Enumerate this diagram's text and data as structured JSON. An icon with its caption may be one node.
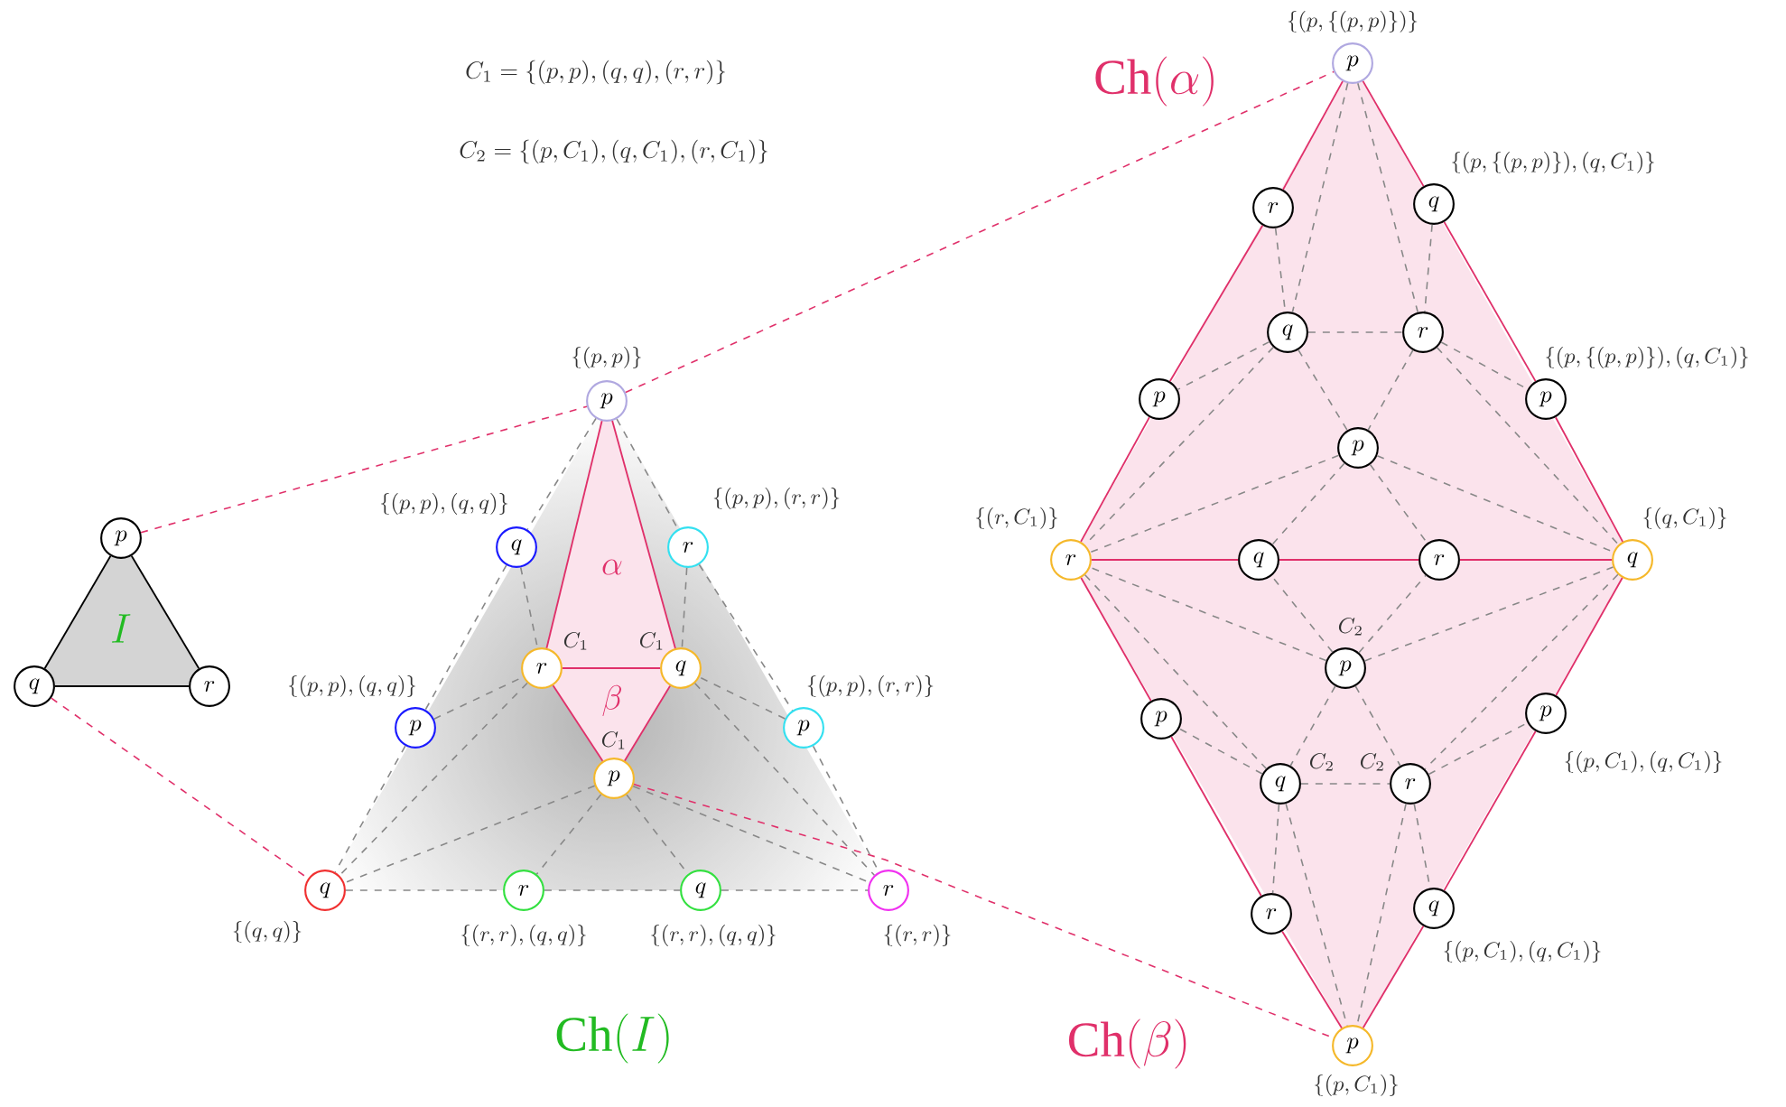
{
  "diagram": {
    "nodes": [
      {
        "text": [
          "p"
        ]
      },
      {
        "text": [
          "q"
        ]
      },
      {
        "text": [
          "r"
        ]
      },
      {
        "text": [
          "p"
        ],
        "beside": [
          "\\{(p,p)\\}"
        ]
      },
      {
        "text": [
          "q"
        ],
        "beside": [
          "\\{(p,p),(q,q)\\}"
        ]
      },
      {
        "text": [
          "r"
        ],
        "beside": [
          "\\{(p,p),(r,r)\\}"
        ]
      },
      {
        "text": [
          "r"
        ],
        "beside": [
          "C_1"
        ]
      },
      {
        "text": [
          "q"
        ],
        "beside": [
          "C_1"
        ]
      },
      {
        "text": [
          "p"
        ],
        "beside": [
          "\\{(p,p),(q,q)\\}"
        ]
      },
      {
        "text": [
          "p"
        ],
        "beside": [
          "\\{(p,p),(r,r)\\}"
        ]
      },
      {
        "text": [
          "p"
        ],
        "beside": [
          "C_1"
        ]
      },
      {
        "text": [
          "q"
        ],
        "beside": [
          "\\{(q,q)\\}"
        ]
      },
      {
        "text": [
          "r"
        ],
        "beside": [
          "\\{(r,r),(q,q)\\}"
        ]
      },
      {
        "text": [
          "q"
        ],
        "beside": [
          "\\{(r,r),(q,q)\\}"
        ]
      },
      {
        "text": [
          "r"
        ],
        "beside": [
          "\\{(r,r)\\}"
        ]
      },
      {
        "text": [
          "p"
        ],
        "beside": [
          "\\{(p,\\{(p,p)\\})\\}"
        ]
      },
      {
        "text": [
          "r"
        ]
      },
      {
        "text": [
          "q"
        ],
        "beside": [
          "\\{(p,\\{(p,p)\\}),(q,C_1)\\}"
        ]
      },
      {
        "text": [
          "q"
        ]
      },
      {
        "text": [
          "r"
        ]
      },
      {
        "text": [
          "p"
        ]
      },
      {
        "text": [
          "p"
        ],
        "beside": [
          "\\{(p,\\{(p,p)\\}),(q,C_1)\\}"
        ]
      },
      {
        "text": [
          "p"
        ]
      },
      {
        "text": [
          "r"
        ],
        "beside": [
          "\\{(r,C_1)\\}"
        ]
      },
      {
        "text": [
          "q"
        ]
      },
      {
        "text": [
          "r"
        ]
      },
      {
        "text": [
          "q"
        ],
        "beside": [
          "\\{(q,C_1)\\}"
        ]
      },
      {
        "text": [
          "p"
        ],
        "beside": [
          "C_2"
        ]
      },
      {
        "text": [
          "p"
        ]
      },
      {
        "text": [
          "p"
        ],
        "beside": [
          "\\{(p,C_1),(q,C_1)\\}"
        ]
      },
      {
        "text": [
          "q"
        ],
        "beside": [
          "C_2"
        ]
      },
      {
        "text": [
          "r"
        ],
        "beside": [
          "C_2"
        ]
      },
      {
        "text": [
          "r"
        ]
      },
      {
        "text": [
          "q"
        ],
        "beside": [
          "\\{(p,C_1),(q,C_1)\\}"
        ]
      },
      {
        "text": [
          "p"
        ],
        "beside": [
          "\\{(p,C_1)\\}"
        ]
      }
    ],
    "edges": [
      {
        "from": 0,
        "to": 1,
        "arrow": "none",
        "color": "#000000"
      },
      {
        "from": 1,
        "to": 2,
        "arrow": "none",
        "color": "#000000"
      },
      {
        "from": 2,
        "to": 0,
        "arrow": "none",
        "color": "#000000"
      },
      {
        "from": 0,
        "to": 3,
        "arrow": "none",
        "style": "dashed",
        "color": "#e0306a"
      },
      {
        "from": 1,
        "to": 11,
        "arrow": "none",
        "style": "dashed",
        "color": "#e0306a"
      },
      {
        "from": 3,
        "to": 15,
        "arrow": "none",
        "style": "dashed",
        "color": "#e0306a"
      },
      {
        "from": 10,
        "to": 34,
        "arrow": "none",
        "style": "dashed",
        "color": "#e0306a"
      },
      {
        "from": 3,
        "to": 6,
        "arrow": "none",
        "color": "#e0306a"
      },
      {
        "from": 3,
        "to": 7,
        "arrow": "none",
        "color": "#e0306a"
      },
      {
        "from": 6,
        "to": 7,
        "arrow": "none",
        "color": "#e0306a"
      },
      {
        "from": 6,
        "to": 10,
        "arrow": "none",
        "color": "#e0306a"
      },
      {
        "from": 7,
        "to": 10,
        "arrow": "none",
        "color": "#e0306a"
      },
      {
        "from": 3,
        "to": 4,
        "arrow": "none",
        "style": "dashed"
      },
      {
        "from": 4,
        "to": 8,
        "arrow": "none",
        "style": "dashed"
      },
      {
        "from": 8,
        "to": 11,
        "arrow": "none",
        "style": "dashed"
      },
      {
        "from": 3,
        "to": 5,
        "arrow": "none",
        "style": "dashed"
      },
      {
        "from": 5,
        "to": 9,
        "arrow": "none",
        "style": "dashed"
      },
      {
        "from": 9,
        "to": 14,
        "arrow": "none",
        "style": "dashed"
      },
      {
        "from": 4,
        "to": 6,
        "arrow": "none",
        "style": "dashed"
      },
      {
        "from": 5,
        "to": 7,
        "arrow": "none",
        "style": "dashed"
      },
      {
        "from": 8,
        "to": 6,
        "arrow": "none",
        "style": "dashed"
      },
      {
        "from": 9,
        "to": 7,
        "arrow": "none",
        "style": "dashed"
      },
      {
        "from": 6,
        "to": 11,
        "arrow": "none",
        "style": "dashed"
      },
      {
        "from": 7,
        "to": 14,
        "arrow": "none",
        "style": "dashed"
      },
      {
        "from": 10,
        "to": 11,
        "arrow": "none",
        "style": "dashed"
      },
      {
        "from": 10,
        "to": 14,
        "arrow": "none",
        "style": "dashed"
      },
      {
        "from": 10,
        "to": 12,
        "arrow": "none",
        "style": "dashed"
      },
      {
        "from": 10,
        "to": 13,
        "arrow": "none",
        "style": "dashed"
      },
      {
        "from": 11,
        "to": 12,
        "arrow": "none",
        "style": "dashed"
      },
      {
        "from": 12,
        "to": 13,
        "arrow": "none",
        "style": "dashed"
      },
      {
        "from": 13,
        "to": 14,
        "arrow": "none",
        "style": "dashed"
      },
      {
        "from": 15,
        "to": 16,
        "arrow": "none",
        "color": "#e0306a"
      },
      {
        "from": 16,
        "to": 20,
        "arrow": "none",
        "color": "#e0306a"
      },
      {
        "from": 20,
        "to": 23,
        "arrow": "none",
        "color": "#e0306a"
      },
      {
        "from": 15,
        "to": 17,
        "arrow": "none",
        "color": "#e0306a"
      },
      {
        "from": 17,
        "to": 21,
        "arrow": "none",
        "color": "#e0306a"
      },
      {
        "from": 21,
        "to": 26,
        "arrow": "none",
        "color": "#e0306a"
      },
      {
        "from": 23,
        "to": 24,
        "arrow": "none",
        "color": "#e0306a"
      },
      {
        "from": 24,
        "to": 25,
        "arrow": "none",
        "color": "#e0306a"
      },
      {
        "from": 25,
        "to": 26,
        "arrow": "none",
        "color": "#e0306a"
      },
      {
        "from": 23,
        "to": 28,
        "arrow": "none",
        "color": "#e0306a"
      },
      {
        "from": 28,
        "to": 32,
        "arrow": "none",
        "color": "#e0306a"
      },
      {
        "from": 32,
        "to": 34,
        "arrow": "none",
        "color": "#e0306a"
      },
      {
        "from": 26,
        "to": 29,
        "arrow": "none",
        "color": "#e0306a"
      },
      {
        "from": 29,
        "to": 33,
        "arrow": "none",
        "color": "#e0306a"
      },
      {
        "from": 33,
        "to": 34,
        "arrow": "none",
        "color": "#e0306a"
      },
      {
        "from": 15,
        "to": 18,
        "arrow": "none",
        "style": "dashed"
      },
      {
        "from": 15,
        "to": 19,
        "arrow": "none",
        "style": "dashed"
      },
      {
        "from": 16,
        "to": 18,
        "arrow": "none",
        "style": "dashed"
      },
      {
        "from": 17,
        "to": 19,
        "arrow": "none",
        "style": "dashed"
      },
      {
        "from": 18,
        "to": 19,
        "arrow": "none",
        "style": "dashed"
      },
      {
        "from": 18,
        "to": 20,
        "arrow": "none",
        "style": "dashed"
      },
      {
        "from": 19,
        "to": 21,
        "arrow": "none",
        "style": "dashed"
      },
      {
        "from": 18,
        "to": 22,
        "arrow": "none",
        "style": "dashed"
      },
      {
        "from": 19,
        "to": 22,
        "arrow": "none",
        "style": "dashed"
      },
      {
        "from": 18,
        "to": 23,
        "arrow": "none",
        "style": "dashed"
      },
      {
        "from": 19,
        "to": 26,
        "arrow": "none",
        "style": "dashed"
      },
      {
        "from": 22,
        "to": 24,
        "arrow": "none",
        "style": "dashed"
      },
      {
        "from": 22,
        "to": 25,
        "arrow": "none",
        "style": "dashed"
      },
      {
        "from": 22,
        "to": 23,
        "arrow": "none",
        "style": "dashed"
      },
      {
        "from": 22,
        "to": 26,
        "arrow": "none",
        "style": "dashed"
      },
      {
        "from": 27,
        "to": 24,
        "arrow": "none",
        "style": "dashed"
      },
      {
        "from": 27,
        "to": 25,
        "arrow": "none",
        "style": "dashed"
      },
      {
        "from": 27,
        "to": 23,
        "arrow": "none",
        "style": "dashed"
      },
      {
        "from": 27,
        "to": 26,
        "arrow": "none",
        "style": "dashed"
      },
      {
        "from": 27,
        "to": 30,
        "arrow": "none",
        "style": "dashed"
      },
      {
        "from": 27,
        "to": 31,
        "arrow": "none",
        "style": "dashed"
      },
      {
        "from": 30,
        "to": 31,
        "arrow": "none",
        "style": "dashed"
      },
      {
        "from": 30,
        "to": 28,
        "arrow": "none",
        "style": "dashed"
      },
      {
        "from": 31,
        "to": 29,
        "arrow": "none",
        "style": "dashed"
      },
      {
        "from": 23,
        "to": 30,
        "arrow": "none",
        "style": "dashed"
      },
      {
        "from": 26,
        "to": 31,
        "arrow": "none",
        "style": "dashed"
      },
      {
        "from": 30,
        "to": 32,
        "arrow": "none",
        "style": "dashed"
      },
      {
        "from": 31,
        "to": 33,
        "arrow": "none",
        "style": "dashed"
      },
      {
        "from": 30,
        "to": 34,
        "arrow": "none",
        "style": "dashed"
      },
      {
        "from": 31,
        "to": 34,
        "arrow": "none",
        "style": "dashed"
      }
    ],
    "labels": [
      "C_1 = \\{(p,p),(q,q),(r,r)\\}",
      "\\mathrm{Ch}(\\alpha)",
      "C_2 = \\{(p,C_1),(q,C_1),(r,C_1)\\}",
      "I",
      "\\alpha",
      "\\beta",
      "\\mathrm{Ch}(I)",
      "\\mathrm{Ch}(\\beta)"
    ]
  }
}
